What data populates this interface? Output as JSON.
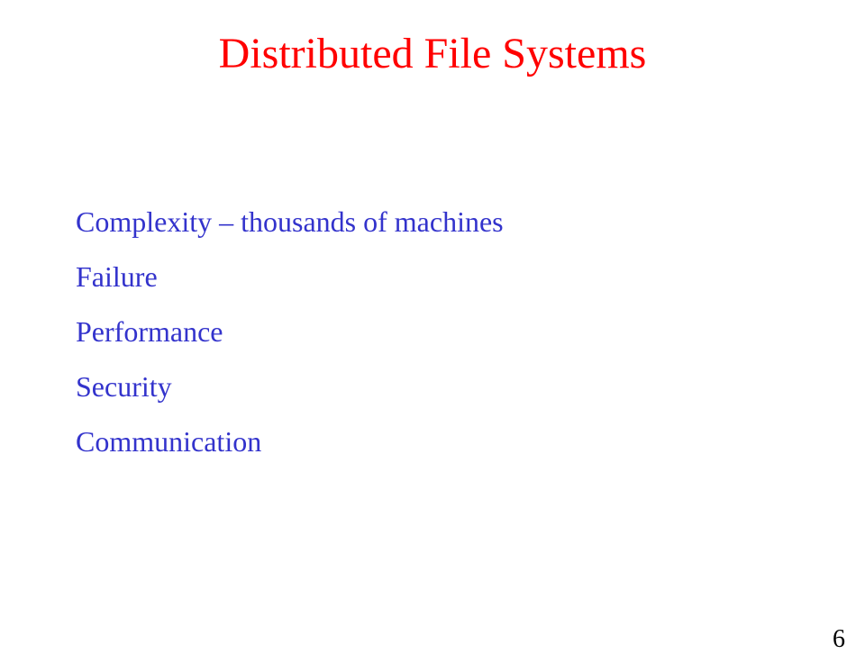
{
  "slide": {
    "title": "Distributed File Systems",
    "bullets": [
      "Complexity – thousands of machines",
      "Failure",
      "Performance",
      "Security",
      "Communication"
    ],
    "page_number": "6"
  },
  "colors": {
    "title": "#ff0000",
    "bullet_text": "#3333cc",
    "page_number": "#000000",
    "background": "#ffffff"
  }
}
